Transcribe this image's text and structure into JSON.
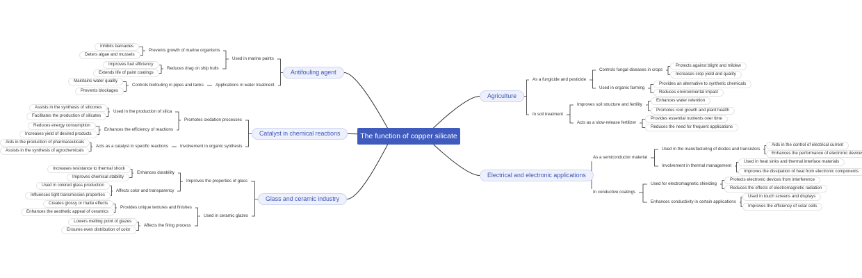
{
  "root": {
    "text": "The function of copper silicate"
  },
  "colors": {
    "root_bg": "#3f5bbd",
    "main_text": "#3c56b8",
    "main_bg": "#eef1fb",
    "line": "#333333"
  },
  "branches": {
    "antifouling": {
      "title": "Antifouling agent",
      "marine_paints": {
        "label": "Used in marine paints",
        "prevents_growth": {
          "label": "Prevents growth of marine organisms",
          "leaves": [
            "Inhibits barnacles",
            "Deters algae and mussels"
          ]
        },
        "reduces_drag": {
          "label": "Reduces drag on ship hulls",
          "leaves": [
            "Improves fuel efficiency",
            "Extends life of paint coatings"
          ]
        }
      },
      "water_treatment": {
        "label": "Applications in water treatment",
        "controls_biofouling": {
          "label": "Controls biofouling in pipes and tanks",
          "leaves": [
            "Maintains water quality",
            "Prevents blockages"
          ]
        }
      }
    },
    "catalyst": {
      "title": "Catalyst in chemical reactions",
      "oxidation": {
        "label": "Promotes oxidation processes",
        "silica": {
          "label": "Used in the production of silica",
          "leaves": [
            "Assists in the synthesis of silicones",
            "Facilitates the production of silicates"
          ]
        },
        "efficiency": {
          "label": "Enhances the efficiency of reactions",
          "leaves": [
            "Reduces energy consumption",
            "Increases yield of desired products"
          ]
        }
      },
      "organic": {
        "label": "Involvement in organic synthesis",
        "specific": {
          "label": "Acts as a catalyst in specific reactions",
          "leaves": [
            "Aids in the production of pharmaceuticals",
            "Assists in the synthesis of agrochemicals"
          ]
        }
      }
    },
    "glass": {
      "title": "Glass and ceramic industry",
      "properties": {
        "label": "Improves the properties of glass",
        "durability": {
          "label": "Enhances durability",
          "leaves": [
            "Increases resistance to thermal shock",
            "Improves chemical stability"
          ]
        },
        "color": {
          "label": "Affects color and transparency",
          "leaves": [
            "Used in colored glass production",
            "Influences light transmission properties"
          ]
        }
      },
      "ceramic": {
        "label": "Used in ceramic glazes",
        "textures": {
          "label": "Provides unique textures and finishes",
          "leaves": [
            "Creates glossy or matte effects",
            "Enhances the aesthetic appeal of ceramics"
          ]
        },
        "firing": {
          "label": "Affects the firing process",
          "leaves": [
            "Lowers melting point of glazes",
            "Ensures even distribution of color"
          ]
        }
      }
    },
    "agriculture": {
      "title": "Agriculture",
      "fungicide": {
        "label": "As a fungicide and pesticide",
        "fungal": {
          "label": "Controls fungal diseases in crops",
          "leaves": [
            "Protects against blight and mildew",
            "Increases crop yield and quality"
          ]
        },
        "organic": {
          "label": "Used in organic farming",
          "leaves": [
            "Provides an alternative to synthetic chemicals",
            "Reduces environmental impact"
          ]
        }
      },
      "soil": {
        "label": "In soil treatment",
        "structure": {
          "label": "Improves soil structure and fertility",
          "leaves": [
            "Enhances water retention",
            "Promotes root growth and plant health"
          ]
        },
        "fertilizer": {
          "label": "Acts as a slow-release fertilizer",
          "leaves": [
            "Provides essential nutrients over time",
            "Reduces the need for frequent applications"
          ]
        }
      }
    },
    "electrical": {
      "title": "Electrical and electronic applications",
      "semiconductor": {
        "label": "As a semiconductor material",
        "diodes": {
          "label": "Used in the manufacturing of diodes and transistors",
          "leaves": [
            "Aids in the control of electrical current",
            "Enhances the performance of electronic devices"
          ]
        },
        "thermal": {
          "label": "Involvement in thermal management",
          "leaves": [
            "Used in heat sinks and thermal interface materials",
            "Improves the dissipation of heat from electronic components"
          ]
        }
      },
      "coatings": {
        "label": "In conductive coatings",
        "shielding": {
          "label": "Used for electromagnetic shielding",
          "leaves": [
            "Protects electronic devices from interference",
            "Reduces the effects of electromagnetic radiation"
          ]
        },
        "conductivity": {
          "label": "Enhances conductivity in certain applications",
          "leaves": [
            "Used in touch screens and displays",
            "Improves the efficiency of solar cells"
          ]
        }
      }
    }
  }
}
